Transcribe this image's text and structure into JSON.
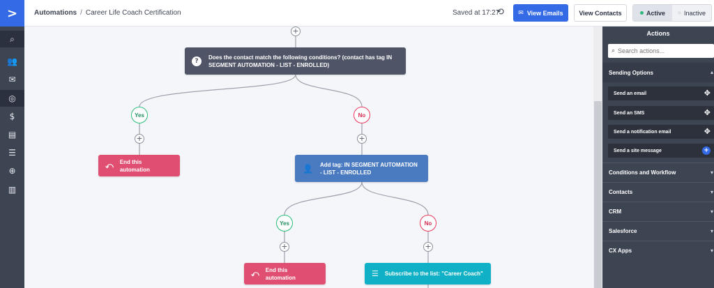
{
  "app": {
    "logo_glyph": ">",
    "accent": "#356ae6"
  },
  "nav": {
    "items": [
      {
        "icon": "search-icon",
        "glyph": "⌕"
      },
      {
        "icon": "contacts-icon",
        "glyph": "👥"
      },
      {
        "icon": "email-icon",
        "glyph": "✉"
      },
      {
        "icon": "automations-icon",
        "glyph": "◎"
      },
      {
        "icon": "deals-icon",
        "glyph": "$"
      },
      {
        "icon": "conversations-icon",
        "glyph": "▤"
      },
      {
        "icon": "lists-icon",
        "glyph": "☰"
      },
      {
        "icon": "site-icon",
        "glyph": "⊕"
      },
      {
        "icon": "reports-icon",
        "glyph": "▥"
      }
    ]
  },
  "header": {
    "breadcrumb_root": "Automations",
    "breadcrumb_separator": "/",
    "breadcrumb_current": "Career Life Coach Certification",
    "saved_text": "Saved at 17:27",
    "view_emails_label": "View Emails",
    "view_contacts_label": "View Contacts",
    "status_active_label": "Active",
    "status_inactive_label": "Inactive",
    "status_active_color": "#2dba7c",
    "status_inactive_color": "#e0e2e8"
  },
  "workflow": {
    "condition_text": "Does the contact match the following conditions? (contact has tag IN SEGMENT AUTOMATION - LIST - ENROLLED)",
    "branch_yes": "Yes",
    "branch_no": "No",
    "end_label": "End this automation",
    "add_tag_text": "Add tag: IN SEGMENT AUTOMATION - LIST - ENROLLED",
    "subscribe_text": "Subscribe to the list: \"Career Coach\"",
    "plus_glyph": "+"
  },
  "actions_panel": {
    "title": "Actions",
    "search_placeholder": "Search actions...",
    "sections": {
      "sending": "Sending Options",
      "conditions": "Conditions and Workflow",
      "contacts": "Contacts",
      "crm": "CRM",
      "salesforce": "Salesforce",
      "cx_apps": "CX Apps"
    },
    "sending_items": {
      "email": "Send an email",
      "sms": "Send an SMS",
      "notification": "Send a notification email",
      "site_message": "Send a site message"
    }
  }
}
